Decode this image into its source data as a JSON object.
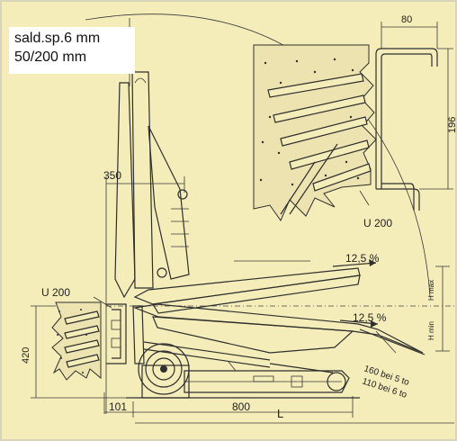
{
  "note": {
    "line1": "sald.sp.6 mm",
    "line2": "50/200 mm"
  },
  "dimensions": {
    "top_width": "80",
    "right_height": "196",
    "upper_width": "350",
    "left_height": "420",
    "bottom_offset": "101",
    "bottom_length": "800",
    "length_symbol": "L"
  },
  "labels": {
    "profile_top": "U 200",
    "profile_left": "U 200",
    "slope_top": "12,5 %",
    "slope_bottom": "12,5 %",
    "h_max": "H max",
    "h_min": "H min",
    "lip_a": "160 bei 5 to",
    "lip_b": "110 bei 6 to"
  }
}
